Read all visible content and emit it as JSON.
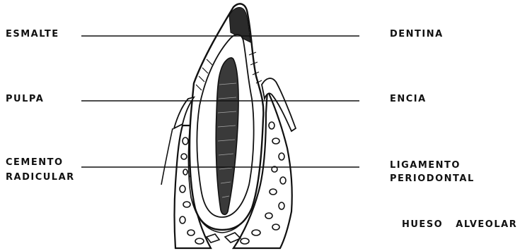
{
  "diagram": {
    "labels_left": {
      "esmalte": "ESMALTE",
      "pulpa": "PULPA",
      "cemento": "CEMENTO",
      "radicular": "RADICULAR"
    },
    "labels_right": {
      "dentina": "DENTINA",
      "encia": "ENCIA",
      "ligamento": "LIGAMENTO",
      "periodontal": "PERIODONTAL",
      "hueso_alveolar": "HUESO   ALVEOLAR"
    }
  }
}
